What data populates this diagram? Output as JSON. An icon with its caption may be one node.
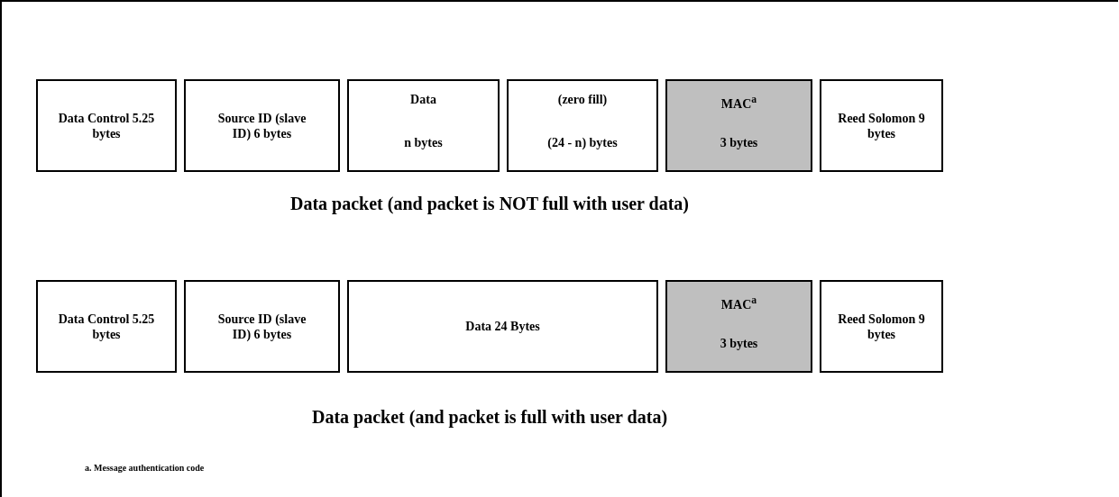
{
  "diagram": {
    "nodes": [
      {
        "text": [
          "Data Control 5.25 bytes"
        ]
      },
      {
        "text": [
          "Source ID (slave ID) 6 bytes"
        ]
      },
      {
        "text": [
          "Data",
          "n bytes"
        ]
      },
      {
        "text": [
          "(zero fill)",
          "(24 - n) bytes"
        ]
      },
      {
        "text": [
          "MAC$^{a}$",
          "3 bytes"
        ]
      },
      {
        "text": [
          "Reed Solomon 9 bytes"
        ]
      },
      {
        "text": [
          "Data Control 5.25 bytes"
        ]
      },
      {
        "text": [
          "Source ID (slave ID) 6 bytes"
        ]
      },
      {
        "text": [
          "Data 24 Bytes"
        ]
      },
      {
        "text": [
          "MAC$^{a}$",
          "3 bytes"
        ]
      },
      {
        "text": [
          "Reed Solomon 9 bytes"
        ]
      }
    ],
    "labels": [
      "Data packet (and packet is NOT full with user data)",
      "Data packet (and packet is full with user data)",
      "a. Message authentication code"
    ]
  }
}
